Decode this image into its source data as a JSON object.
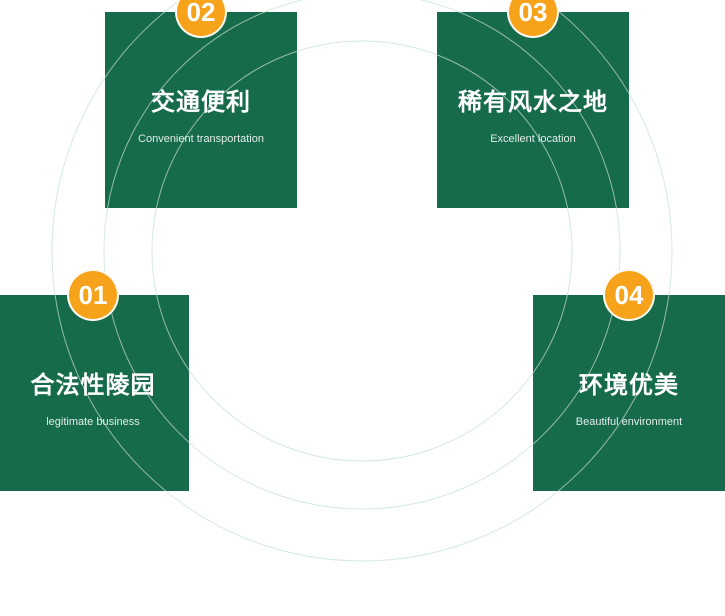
{
  "colors": {
    "card_background": "#166b4a",
    "badge_background": "#f7a21b",
    "title_text": "#ffffff",
    "subtitle_text": "#ffffff",
    "decorative_arc_on_white": "#d5eadf",
    "decorative_arc_on_green": "#ffffff"
  },
  "cards": [
    {
      "number": "01",
      "title": "合法性陵园",
      "subtitle": "legitimate business"
    },
    {
      "number": "02",
      "title": "交通便利",
      "subtitle": "Convenient transportation"
    },
    {
      "number": "03",
      "title": "稀有风水之地",
      "subtitle": "Excellent location"
    },
    {
      "number": "04",
      "title": "环境优美",
      "subtitle": "Beautiful environment"
    }
  ]
}
